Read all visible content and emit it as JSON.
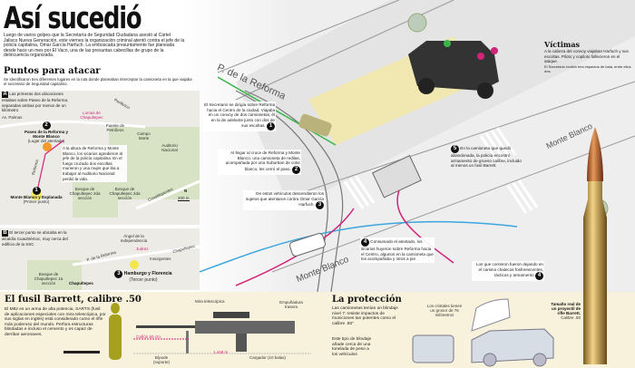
{
  "header": {
    "title": "Así sucedió",
    "intro": "Luego de varios golpes que la Secretaría de Seguridad Ciudadana asestó al Cártel Jalisco Nueva Generación, este viernes la organización criminal atentó contra el jefe de la policía capitalina, Omar García Harfuch. La emboscada presuntamente fue planeada desde hace un mes por El Vaco, una de las presuntas cabecillas de grupo de la delincuencia organizada."
  },
  "points": {
    "title": "Puntos para atacar",
    "subtitle": "Se identificaron tres diferentes lugares en la ruta donde planeaban interceptar la camioneta en la que viajaba el secretario de Seguridad capitalino.",
    "map_a": {
      "letter": "A",
      "text": "Las primeras dos ubicaciones estaban sobre Paseo de la Reforma, separadas ambas por menos de un kilómetro",
      "lomas": "Lomas de Chapultepec",
      "place2": "Paseo de la Reforma y Monte Blanco",
      "place2_sub": "(Lugar del atentado)",
      "place2_num": "2",
      "fuente": "Fuente de Petróleos",
      "campo": "Campo Marte",
      "auditorio": "Auditorio Nacional",
      "desc": "A la altura de Reforma y Monte Blanco, los sicarios agredieron al jefe de la policía capitalina. En el fuego cruzado dos escoltas murieron y una mujer que iba a trabajar al Auditorio Nacional perdió la vida.",
      "place1": "Monte Blanco y Explanada",
      "place1_sub": "(Primer punto)",
      "place1_num": "1",
      "bosque1": "Bosque de Chapultepec 2da sección",
      "bosque2": "Bosque de Chapultepec 2da sección",
      "palmas": "Av. Palmas",
      "periferico": "Periférico",
      "reforma": "Reforma",
      "constituyentes": "Constituyentes",
      "scale": "200 m",
      "north": "N"
    },
    "map_b": {
      "letter": "B",
      "text": "El tercer punto se ubicaba en la alcaldía Cuauhtémoc, muy cerca del edificio de la SSC",
      "angel": "Ángel de la Independencia",
      "juarez": "Juárez",
      "insurgentes": "Insurgentes",
      "chapultepec_st": "Chapultepec",
      "reforma": "P. de la Reforma",
      "bosque": "Bosque de Chapultepec 1a sección",
      "chapultepec_metro": "Chapultepec",
      "place3": "Hamburgo y Florencia",
      "place3_sub": "(Tercer punto)",
      "place3_num": "3"
    }
  },
  "scene": {
    "street_reforma": "P. de la Reforma",
    "street_monte1": "Monte Blanco",
    "street_monte2": "Monte Blanco",
    "steps": [
      {
        "n": "1",
        "text": "El Secretario se dirigía sobre Reforma hacia el Centro de la ciudad. Viajaba en un convoy de dos camionetas; él en la de adelante junto con dos de sus escoltas."
      },
      {
        "n": "2",
        "text": "Al llegar al cruce de Reforma y Monte Blanco, una camioneta de redilas, acompañada por una Suburban de color blanco, les cerró el paso."
      },
      {
        "n": "3",
        "text": "De estos vehículos descendieron los sujetos que atentaron contra Omar García Harfuch."
      },
      {
        "n": "4",
        "text": "Consumado el atentado, los sicarios huyeron sobre Reforma hacia el Centro, algunos en la camioneta que los acompañaba y otros a pie"
      },
      {
        "n": "4",
        "text": "Los que corrieron fueron dejando en el camino chalecos fosforescentes, tácticos y armamento"
      },
      {
        "n": "5",
        "text": "En la camioneta que quedó abandonada, la policía encontró armamento de grueso calibre, incluido al menos un fusil Barrett"
      }
    ],
    "victims": {
      "title": "Víctimas",
      "text": "A la cabeza del convoy viajaban Harfuch y sus escoltas. Piloto y copiloto fallecieron en el ataque.",
      "text2": "El Secretario recibió tres impactos de bala, entre ellos dos."
    }
  },
  "barrett": {
    "title": "El fusil Barrett, calibre .50",
    "text": "El M82 es un arma de alta potencia, SARTS (fusil de aplicaciones especiales con mira telescópica, por sus siglas en inglés) está considerado como el rifle más poderoso del mundo. Perfora estructuras blindadas e incluso el cemento y es capaz de derribar aeronaves.",
    "scope": "Mira telescópica",
    "grip": "Empuñadura trasera",
    "barrel": "Cañón 50 cm",
    "length": "1.448 m",
    "bipod": "Bípode (soporte)",
    "magazine": "Cargador (10 balas)"
  },
  "protection": {
    "title": "La protección",
    "text1": "Las camionetas tenían un blindaje nivel 7: resiste impactos de municiones tan potentes como el calibre .50\"",
    "text2": "Este tipo de blindaje añade cerca de una tonelada de peso a los vehículos",
    "glass": "Los cristales tienen un grosor de 76 milímetros",
    "bullet_title": "Tamaño real de un proyectil de rifle Barrett.",
    "bullet_caliber": "Calibre .50"
  },
  "colors": {
    "route_green": "#3ab54a",
    "route_blue": "#3aa6dc",
    "route_pink": "#d0247a",
    "band": "#f8f2dc",
    "highlight": "#f5e87a"
  }
}
